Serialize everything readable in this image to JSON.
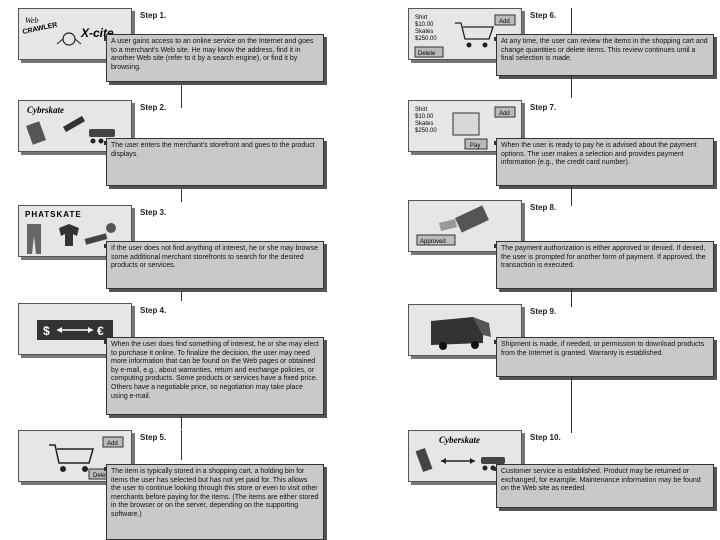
{
  "steps": [
    {
      "label": "Step 1.",
      "thumb_text": [
        "Web",
        "CRAWLER",
        "X-cite"
      ],
      "desc": "A user gains access to an online service on the Internet and goes to a merchant's Web site. He may know the address, find it in another Web site (refer to it by a search engine), or find it by browsing."
    },
    {
      "label": "Step 2.",
      "thumb_text": [
        "Cybrskate"
      ],
      "desc": "The user enters the merchant's storefront and goes to the product displays."
    },
    {
      "label": "Step 3.",
      "thumb_text": [
        "PHATSKATE"
      ],
      "desc": "If the user does not find anything of interest, he or she may browse some additional merchant storefronts to search for the desired products or services."
    },
    {
      "label": "Step 4.",
      "thumb_text": [
        "$",
        "€"
      ],
      "desc": "When the user does find something of interest, he or she may elect to purchase it online. To finalize the decision, the user may need more information that can be found on the Web pages or obtained by e-mail, e.g., about warranties, return and exchange policies, or computing products. Some products or services have a fixed price. Others have a negotiable price, so negotiation may take place using e-mail."
    },
    {
      "label": "Step 5.",
      "thumb_text": [
        "Add",
        "Delete"
      ],
      "desc": "The item is typically stored in a shopping cart, a holding bin for items the user has selected but has not yet paid for. This allows the user to continue looking through this store or even to visit other merchants before paying for the items. (The items are either stored in the browser or on the server, depending on the supporting software.)"
    },
    {
      "label": "Step 6.",
      "thumb_text": [
        "Shirt",
        "$10.00",
        "Skates",
        "$250.00",
        "Add",
        "Delete"
      ],
      "desc": "At any time, the user can review the items in the shopping cart and change quantities or delete items. This review continues until a final selection is made."
    },
    {
      "label": "Step 7.",
      "thumb_text": [
        "Shirt",
        "$10.00",
        "Skates",
        "$250.00",
        "Add",
        "Pay"
      ],
      "desc": "When the user is ready to pay he is advised about the payment options. The user makes a selection and provides payment information (e.g., the credit card number)."
    },
    {
      "label": "Step 8.",
      "thumb_text": [
        "Approved"
      ],
      "desc": "The payment authorization is either approved or denied. If denied, the user is prompted for another form of payment. If approved, the transaction is executed."
    },
    {
      "label": "Step 9.",
      "thumb_text": [],
      "desc": "Shipment is made, if needed, or permission to download products from the Internet is granted. Warranty is established."
    },
    {
      "label": "Step 10.",
      "thumb_text": [
        "Cyberskate"
      ],
      "desc": "Customer service is established. Product may be returned or exchanged, for example. Maintenance information may be found on the Web site as needed."
    }
  ],
  "colors": {
    "box_fill": "#c9c9c9",
    "thumb_fill": "#e6e6e6",
    "line": "#333333"
  }
}
